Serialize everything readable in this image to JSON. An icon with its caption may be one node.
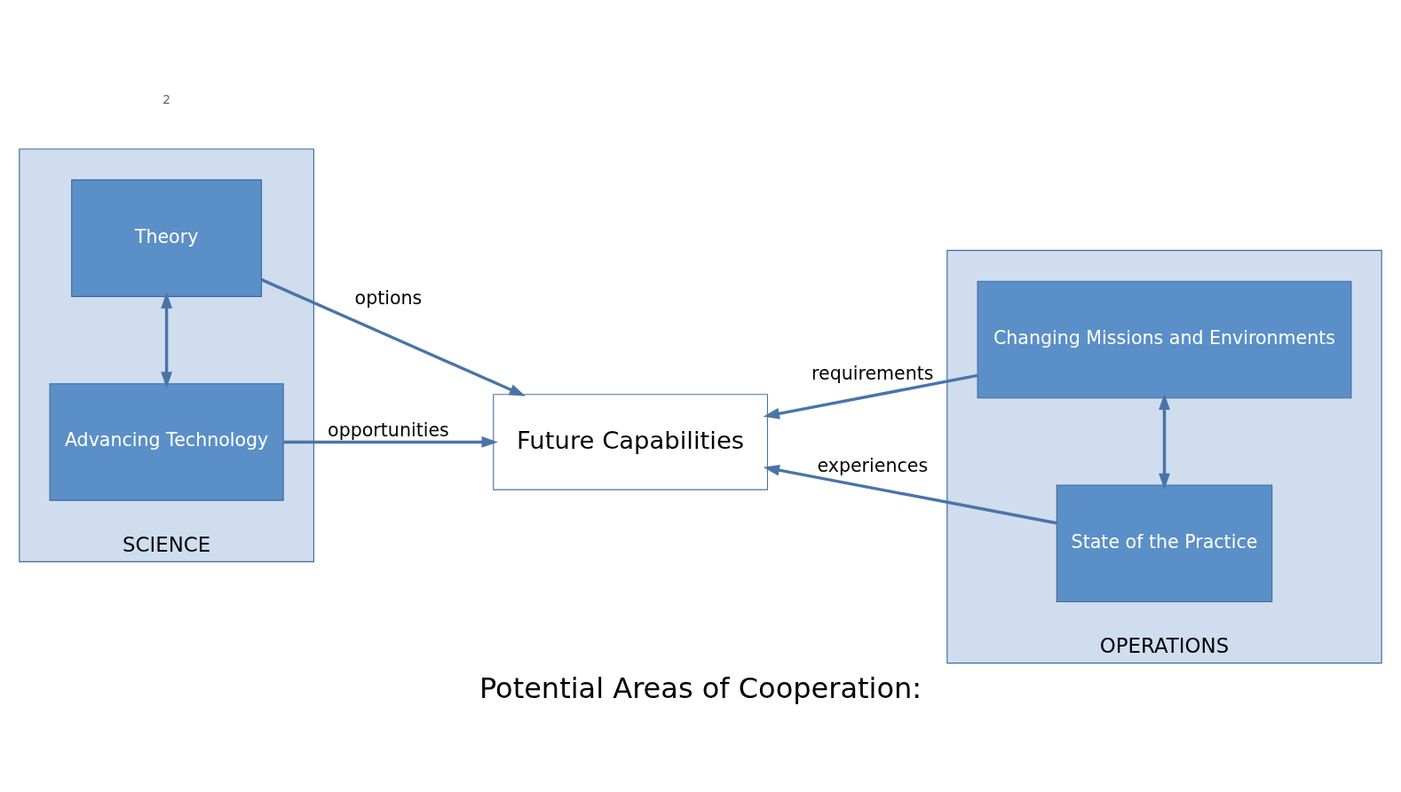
{
  "diagram": {
    "title": "Potential Areas of Cooperation:",
    "nodes": [
      {
        "text": [
          "SCIENCE"
        ]
      },
      {
        "text": [
          "Advancing Technology"
        ],
        "in": 0
      },
      {
        "text": [
          "Theory"
        ],
        "in": 0
      },
      {
        "text": [
          "Future Capabilities"
        ]
      },
      {
        "text": [
          "OPERATIONS"
        ]
      },
      {
        "text": [
          "Changing Missions and Environments"
        ],
        "in": 4
      },
      {
        "text": [
          "State of the Practice"
        ],
        "in": 4
      }
    ],
    "edges": [
      {
        "from": 1,
        "to": 2,
        "arrow": "both"
      },
      {
        "from": 1,
        "to": 3,
        "label": "opportunities",
        "arrow": "to"
      },
      {
        "from": 2,
        "to": 3,
        "label": "options",
        "arrow": "to"
      },
      {
        "from": 5,
        "to": 3,
        "label": "requirements",
        "arrow": "to"
      },
      {
        "from": 6,
        "to": 3,
        "label": "experiences",
        "arrow": "to"
      },
      {
        "from": 5,
        "to": 6,
        "arrow": "both"
      }
    ],
    "labels": [
      "2"
    ]
  }
}
